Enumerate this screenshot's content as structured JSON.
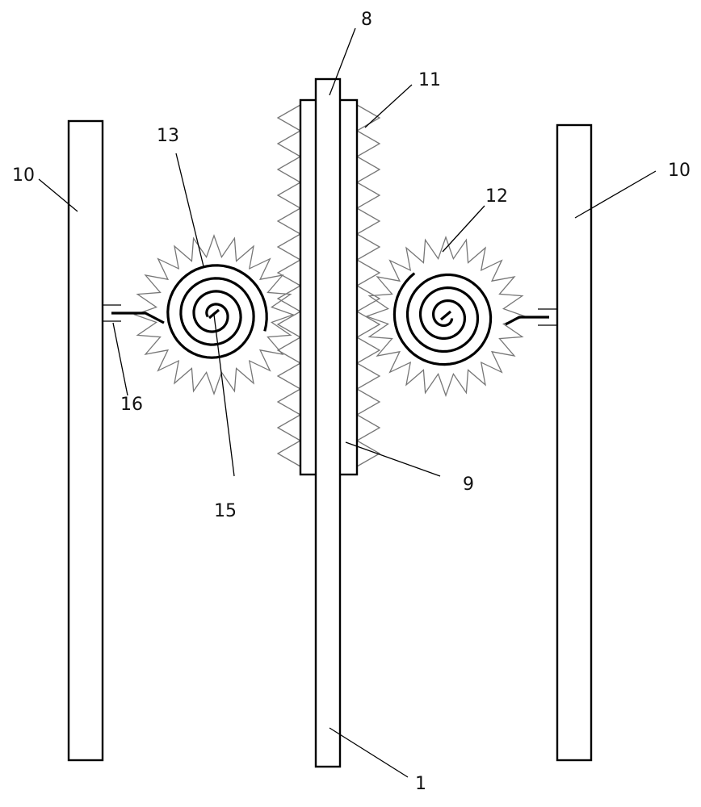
{
  "parts": {
    "label_1": "1",
    "label_8": "8",
    "label_9": "9",
    "label_10": "10",
    "label_11": "11",
    "label_12": "12",
    "label_13": "13",
    "label_15": "15",
    "label_16": "16"
  },
  "colors": {
    "stroke": "#000000",
    "teeth": "#777777",
    "background": "#ffffff"
  }
}
